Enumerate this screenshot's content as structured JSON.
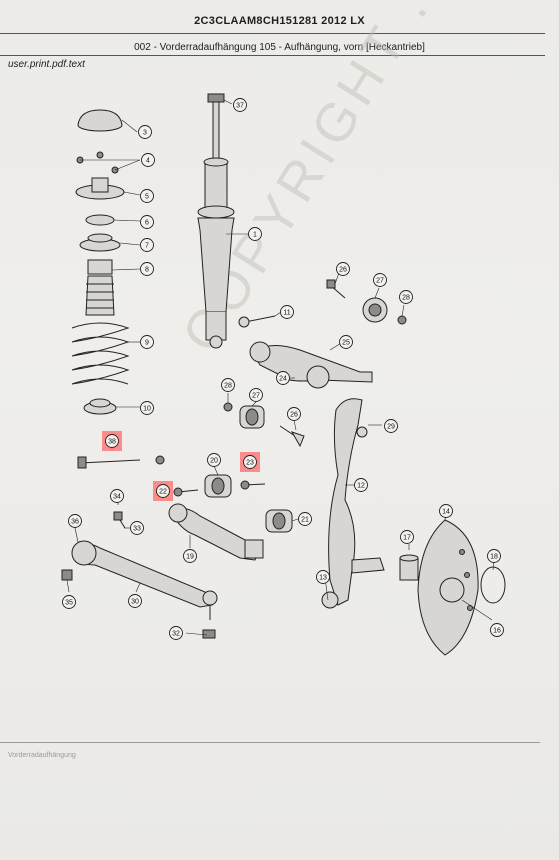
{
  "header": {
    "vin_line": "2C3CLAAM8CH151281 2012 LX",
    "section": "002 - Vorderradaufhängung   105 - Aufhängung, vorn [Heckantrieb]",
    "source": "user.print.pdf.text"
  },
  "watermark": "COPYRIGHT ... ARTS LLC",
  "footer": {
    "text": "Vorderradaufhängung"
  },
  "callouts": [
    {
      "id": "c37",
      "label": "37",
      "highlighted": false
    },
    {
      "id": "c3",
      "label": "3",
      "highlighted": false
    },
    {
      "id": "c4",
      "label": "4",
      "highlighted": false
    },
    {
      "id": "c5",
      "label": "5",
      "highlighted": false
    },
    {
      "id": "c6",
      "label": "6",
      "highlighted": false
    },
    {
      "id": "c7",
      "label": "7",
      "highlighted": false
    },
    {
      "id": "c8",
      "label": "8",
      "highlighted": false
    },
    {
      "id": "c1",
      "label": "1",
      "highlighted": false
    },
    {
      "id": "c9",
      "label": "9",
      "highlighted": false
    },
    {
      "id": "c10",
      "label": "10",
      "highlighted": false
    },
    {
      "id": "c11",
      "label": "11",
      "highlighted": false
    },
    {
      "id": "c26a",
      "label": "26",
      "highlighted": false
    },
    {
      "id": "c27a",
      "label": "27",
      "highlighted": false
    },
    {
      "id": "c28a",
      "label": "28",
      "highlighted": false
    },
    {
      "id": "c25",
      "label": "25",
      "highlighted": false
    },
    {
      "id": "c24",
      "label": "24",
      "highlighted": false
    },
    {
      "id": "c28b",
      "label": "28",
      "highlighted": false
    },
    {
      "id": "c27b",
      "label": "27",
      "highlighted": false
    },
    {
      "id": "c26b",
      "label": "26",
      "highlighted": false
    },
    {
      "id": "c29",
      "label": "29",
      "highlighted": false
    },
    {
      "id": "c38",
      "label": "38",
      "highlighted": true
    },
    {
      "id": "c20",
      "label": "20",
      "highlighted": false
    },
    {
      "id": "c23",
      "label": "23",
      "highlighted": true
    },
    {
      "id": "c22",
      "label": "22",
      "highlighted": true
    },
    {
      "id": "c12",
      "label": "12",
      "highlighted": false
    },
    {
      "id": "c34",
      "label": "34",
      "highlighted": false
    },
    {
      "id": "c21",
      "label": "21",
      "highlighted": false
    },
    {
      "id": "c36",
      "label": "36",
      "highlighted": false
    },
    {
      "id": "c33",
      "label": "33",
      "highlighted": false
    },
    {
      "id": "c19",
      "label": "19",
      "highlighted": false
    },
    {
      "id": "c17",
      "label": "17",
      "highlighted": false
    },
    {
      "id": "c18",
      "label": "18",
      "highlighted": false
    },
    {
      "id": "c14",
      "label": "14",
      "highlighted": false
    },
    {
      "id": "c35",
      "label": "35",
      "highlighted": false
    },
    {
      "id": "c30",
      "label": "30",
      "highlighted": false
    },
    {
      "id": "c13",
      "label": "13",
      "highlighted": false
    },
    {
      "id": "c16",
      "label": "16",
      "highlighted": false
    },
    {
      "id": "c32",
      "label": "32",
      "highlighted": false
    }
  ],
  "colors": {
    "highlight": "#ff6b6b",
    "paper": "#ecebe8",
    "ink": "#222222"
  }
}
